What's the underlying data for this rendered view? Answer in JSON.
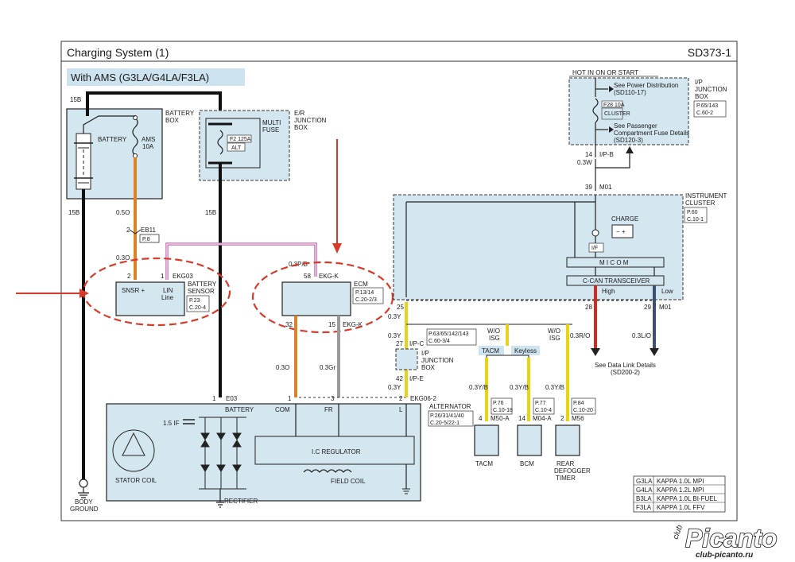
{
  "header": {
    "title": "Charging System (1)",
    "code": "SD373-1"
  },
  "subtitle": "With AMS (G3LA/G4LA/F3LA)",
  "battery": {
    "label": "BATTERY",
    "box_label": [
      "BATTERY",
      "BOX"
    ],
    "fuse": [
      "AMS",
      "10A"
    ],
    "wire_top": "15B",
    "wire_left": "15B",
    "wire_amp": "0.5O",
    "connector_pin": "2",
    "connector": "EB11",
    "connector_page": "P.8",
    "wire_below": "0.3O"
  },
  "er_box": {
    "label": [
      "E/R",
      "JUNCTION",
      "BOX"
    ],
    "multi_fuse": [
      "MULTI",
      "FUSE"
    ],
    "fuse_code": "F2 125A",
    "fuse_name": "ALT",
    "wire": "15B"
  },
  "battery_sensor": {
    "pin_left": "2",
    "pin_right": "1",
    "connector": "EKG03",
    "snsr": "SNSR +",
    "lin": [
      "LIN",
      "Line"
    ],
    "label": [
      "BATTERY",
      "SENSOR"
    ],
    "ref": [
      "P.23",
      "C.20-4"
    ]
  },
  "ecm": {
    "wire_top": "0.3P/B",
    "pin_top": "58",
    "connector_top": "EKG-K",
    "label": "ECM",
    "ref": [
      "P.13/14",
      "C.20-2/3"
    ],
    "pin_left": "32",
    "pin_right": "15",
    "connector_bottom": "EKG-K",
    "wire_left": "0.3O",
    "wire_right": "0.3Gr"
  },
  "ground": {
    "pin": "1",
    "connector": "E03",
    "label": [
      "BODY",
      "GROUND"
    ]
  },
  "alternator": {
    "pins": [
      "1",
      "3",
      "2"
    ],
    "connector": "EKG06-2",
    "terminals": [
      "BATTERY",
      "COM",
      "FR",
      "L"
    ],
    "label": "ALTERNATOR",
    "ref": [
      "P.26/31/41/40",
      "C.20-5/22-1"
    ],
    "cap": "1.5 IF",
    "regulator": "I.C REGULATOR",
    "stator": "STATOR COIL",
    "field": "FIELD COIL",
    "rectifier": "RECTIFIER"
  },
  "ip_box_top": {
    "hot": "HOT IN ON OR START",
    "see1": [
      "See Power Distribution",
      "(SD110-17)"
    ],
    "fuse": [
      "F28 10A",
      "CLUSTER"
    ],
    "see2": [
      "See Passenger",
      "Compartment Fuse Details",
      "(SD120-3)"
    ],
    "label": [
      "I/P",
      "JUNCTION",
      "BOX"
    ],
    "ref": [
      "P.65/143",
      "C.60-2"
    ],
    "pin": "14",
    "connector": "I/P-B",
    "wire": "0.3W"
  },
  "cluster": {
    "pin_top": "39",
    "connector_top": "M01",
    "label": [
      "INSTRUMENT",
      "CLUSTER"
    ],
    "ref": [
      "P.60",
      "C.10-1"
    ],
    "charge": "CHARGE",
    "if": "I/F",
    "micom": "M I C O M",
    "can": "C-CAN TRANSCEIVER",
    "high": "High",
    "low": "Low",
    "pin_25": "25",
    "pin_28": "28",
    "pin_29": "29",
    "connector_m01": "M01",
    "see_data": [
      "See Data Link Details",
      "(SD200-2)"
    ],
    "wire_28": "0.3R/O",
    "wire_29": "0.3L/O"
  },
  "ip_mid": {
    "wire_a": "0.3Y",
    "pin_a": "27",
    "connector_a": "I/P-C",
    "ref": [
      "P.63/65/142/143",
      "C.60-3/4"
    ],
    "label": [
      "I/P",
      "JUNCTION",
      "BOX"
    ],
    "wire_b": "0.3Y",
    "pin_b": "42",
    "connector_b": "I/P-E",
    "wire_c": "0.3Y"
  },
  "options": {
    "wo_isg_1": [
      "W/O",
      "ISG"
    ],
    "wo_isg_2": [
      "W/O",
      "ISG"
    ],
    "tacm": "TACM",
    "keyless": "Keyless"
  },
  "modules": [
    {
      "wire": "0.3Y/B",
      "pin": "4",
      "connector": "M50-A",
      "ref": [
        "P.76",
        "C.10-18"
      ],
      "name": [
        "TACM"
      ]
    },
    {
      "wire": "0.3Y/B",
      "pin": "14",
      "connector": "M04-A",
      "ref": [
        "P.77",
        "C.10-4"
      ],
      "name": [
        "BCM"
      ]
    },
    {
      "wire": "0.3Y/B",
      "pin": "2",
      "connector": "M56",
      "ref": [
        "P.84",
        "C.10-20"
      ],
      "name": [
        "REAR",
        "DEFOGGER",
        "TIMER"
      ]
    }
  ],
  "legend": [
    {
      "code": "G3LA",
      "desc": "KAPPA 1.0L MPI"
    },
    {
      "code": "G4LA",
      "desc": "KAPPA 1.2L MPI"
    },
    {
      "code": "B3LA",
      "desc": "KAPPA 1.0L BI-FUEL"
    },
    {
      "code": "F3LA",
      "desc": "KAPPA 1.0L FFV"
    }
  ],
  "watermark": {
    "club": "club",
    "brand": "Picanto",
    "site": "club-picanto.ru"
  },
  "colors": {
    "wire_orange": "#d9832b",
    "wire_yellow": "#e8d417",
    "wire_gray": "#9a9a9a",
    "wire_pink": "#c46bb0",
    "wire_red": "#d42a1d",
    "wire_blue": "#3b4f7a",
    "box_fill": "#d4e7f0",
    "annotation_red": "#d83a2a"
  }
}
